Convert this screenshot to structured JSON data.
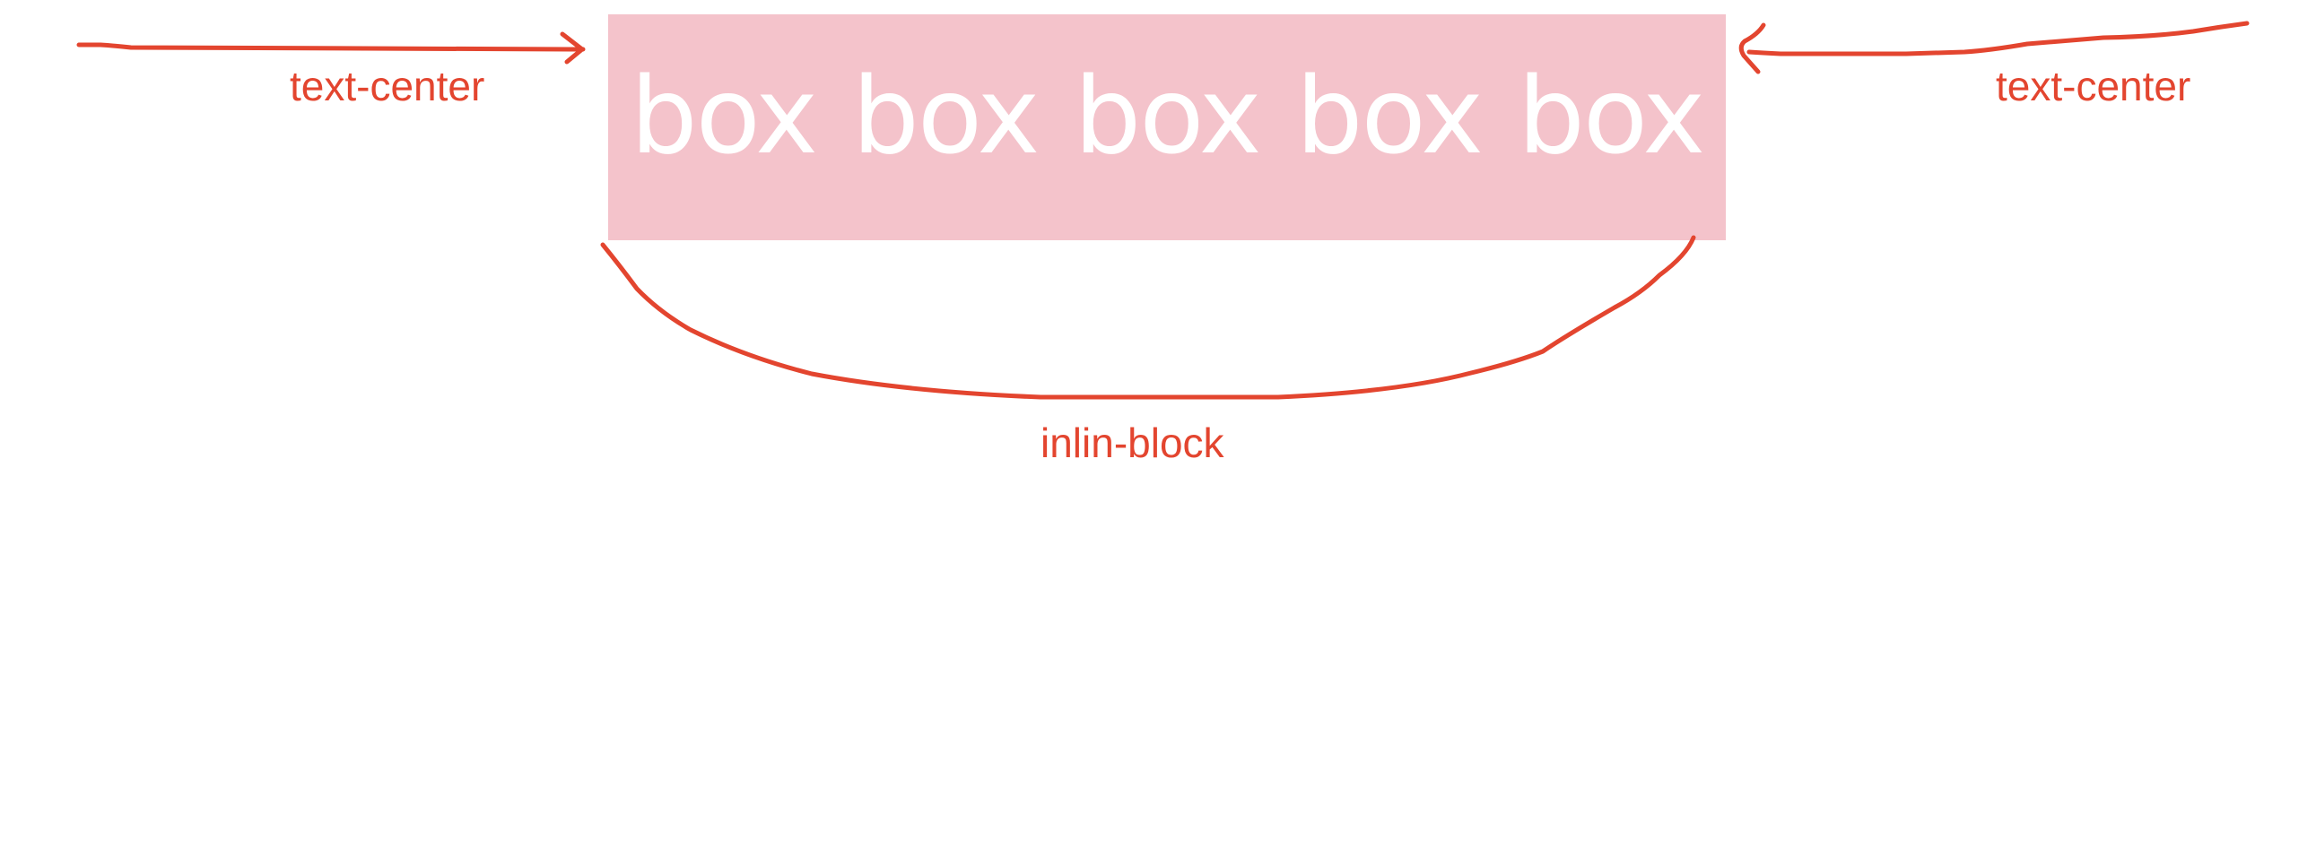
{
  "colors": {
    "box_background": "#f4c3cb",
    "box_text": "#ffffff",
    "annotation": "#e3452f"
  },
  "boxes": [
    {
      "label": "box"
    },
    {
      "label": "box"
    },
    {
      "label": "box"
    },
    {
      "label": "box"
    },
    {
      "label": "box"
    }
  ],
  "annotations": {
    "left_label": "text-center",
    "right_label": "text-center",
    "bottom_label": "inlin-block"
  }
}
